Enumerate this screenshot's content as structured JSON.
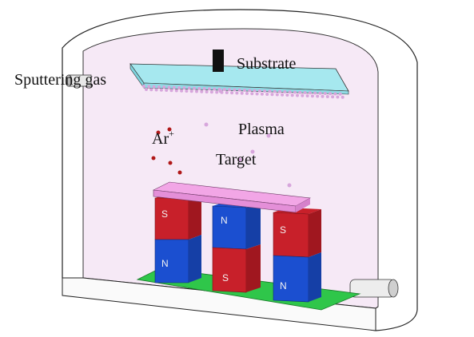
{
  "labels": {
    "substrate": "Substrate",
    "sputtering_gas": "Sputtering gas",
    "plasma": "Plasma",
    "target": "Target",
    "ion": "Ar",
    "ion_charge": "+"
  },
  "magnets": {
    "left": {
      "top": "S",
      "bottom": "N"
    },
    "middle": {
      "top": "N",
      "bottom": "S"
    },
    "right": {
      "top": "S",
      "bottom": "N"
    }
  },
  "colors": {
    "chamber_fill": "#f7ecf7",
    "chamber_wall": "#fbfbfb",
    "substrate": "#a6e8ef",
    "target": "#f2a6e6",
    "magnet_red": "#c8202a",
    "magnet_blue": "#1b4fd0",
    "base_plate": "#2fc64a",
    "ion_dot": "#b01818",
    "plasma_dot": "#d7a6dc"
  }
}
